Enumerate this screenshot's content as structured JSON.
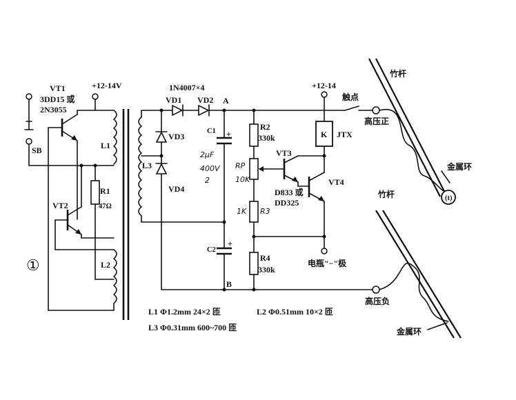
{
  "labels": {
    "vt1": "VT1",
    "vt1_part": "3DD15 或",
    "vt1_part2": "2N3055",
    "supply_left": "+12-14V",
    "diodes": "1N4007×4",
    "vd1": "VD1",
    "vd2": "VD2",
    "node_a": "A",
    "node_b": "B",
    "supply_right": "+12-14",
    "contact": "触点",
    "sb": "SB",
    "l1": "L1",
    "l2": "L2",
    "l3": "L3",
    "r1": "R1",
    "r1_val": "47Ω",
    "vt2": "VT2",
    "vd3": "VD3",
    "vd4": "VD4",
    "c1": "C1",
    "c1_val": "2μF",
    "c1_volt": "400V",
    "c1_extra": "2",
    "c2": "C2",
    "r2": "R2",
    "r2_val": "330k",
    "rp": "RP",
    "rp_val": "10K",
    "r3_val": "1K",
    "r3": "R3",
    "r4": "R4",
    "r4_val": "330k",
    "vt3": "VT3",
    "vt4": "VT4",
    "vt34_part": "D833 或",
    "vt34_part2": "DD325",
    "relay_k": "K",
    "relay_jtx": "JTX",
    "electrode": "电瓶\"−\"极",
    "hv_pos": "高压正",
    "hv_neg": "高压负",
    "bamboo_top": "竹杆",
    "bamboo_bottom": "竹杆",
    "metal_ring_top": "金属环",
    "metal_ring_bottom": "金属环",
    "fig_no": "①",
    "spec_l1": "L1  Φ1.2mm  24×2 匝",
    "spec_l2": "L2  Φ0.51mm  10×2 匝",
    "spec_l3": "L3  Φ0.31mm   600~700 匝"
  }
}
